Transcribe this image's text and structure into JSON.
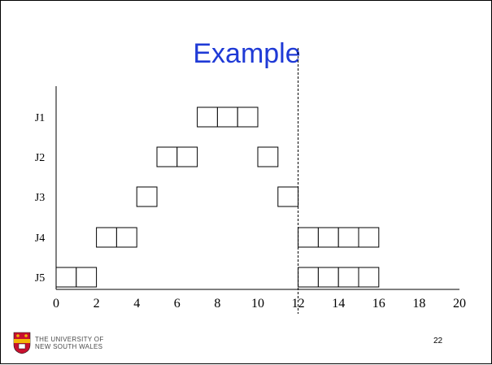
{
  "slide": {
    "title": "Example",
    "page_number": "22",
    "university_line1": "THE UNIVERSITY OF",
    "university_line2": "NEW SOUTH WALES",
    "logo_colors": {
      "red": "#c8102e",
      "gold": "#f2b705",
      "dark": "#1a1a1a"
    }
  },
  "schedule": {
    "x_ticks": [
      0,
      2,
      4,
      6,
      8,
      10,
      12,
      14,
      16,
      18,
      20
    ],
    "x_range": [
      0,
      20
    ],
    "marker_time": 12,
    "rows": [
      {
        "label": "J1",
        "blocks": [
          7,
          8,
          9
        ]
      },
      {
        "label": "J2",
        "blocks": [
          5,
          6,
          10
        ]
      },
      {
        "label": "J3",
        "blocks": [
          4,
          11
        ]
      },
      {
        "label": "J4",
        "blocks": [
          2,
          3,
          12,
          13,
          14,
          15
        ]
      },
      {
        "label": "J5",
        "blocks": [
          0,
          1,
          12,
          13,
          14,
          15
        ]
      }
    ]
  }
}
